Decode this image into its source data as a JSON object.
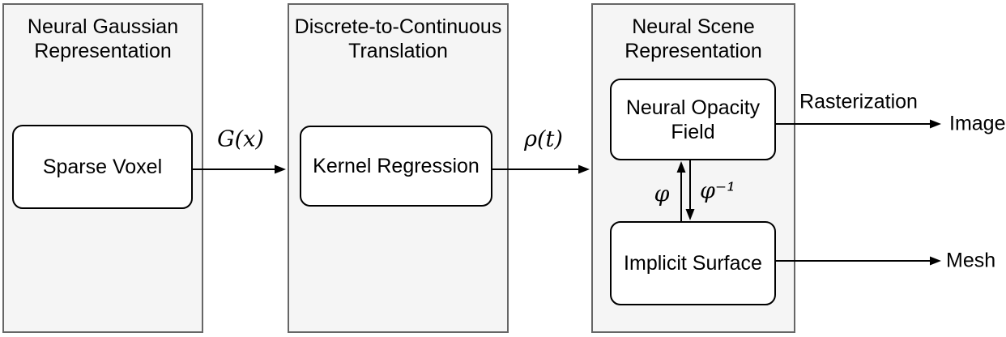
{
  "figure": {
    "panels": [
      {
        "title": "Neural Gaussian\nRepresentation",
        "boxes": [
          {
            "label": "Sparse Voxel"
          }
        ]
      },
      {
        "title": "Discrete-to-Continuous\nTranslation",
        "boxes": [
          {
            "label": "Kernel Regression"
          }
        ]
      },
      {
        "title": "Neural Scene\nRepresentation",
        "boxes": [
          {
            "label": "Neural Opacity Field"
          },
          {
            "label": "Implicit Surface"
          }
        ]
      }
    ],
    "edge_labels": {
      "gaussian_fn": "G(x)",
      "density_fn": "ρ(t)",
      "phi": "φ",
      "phi_inverse": "φ⁻¹",
      "rasterization": "Rasterization"
    },
    "outputs": {
      "image": "Image",
      "mesh": "Mesh"
    },
    "colors": {
      "panel_bg": "#f5f5f5",
      "panel_border": "#666666",
      "box_bg": "#ffffff",
      "box_border": "#000000",
      "arrow": "#000000",
      "text": "#000000"
    }
  }
}
